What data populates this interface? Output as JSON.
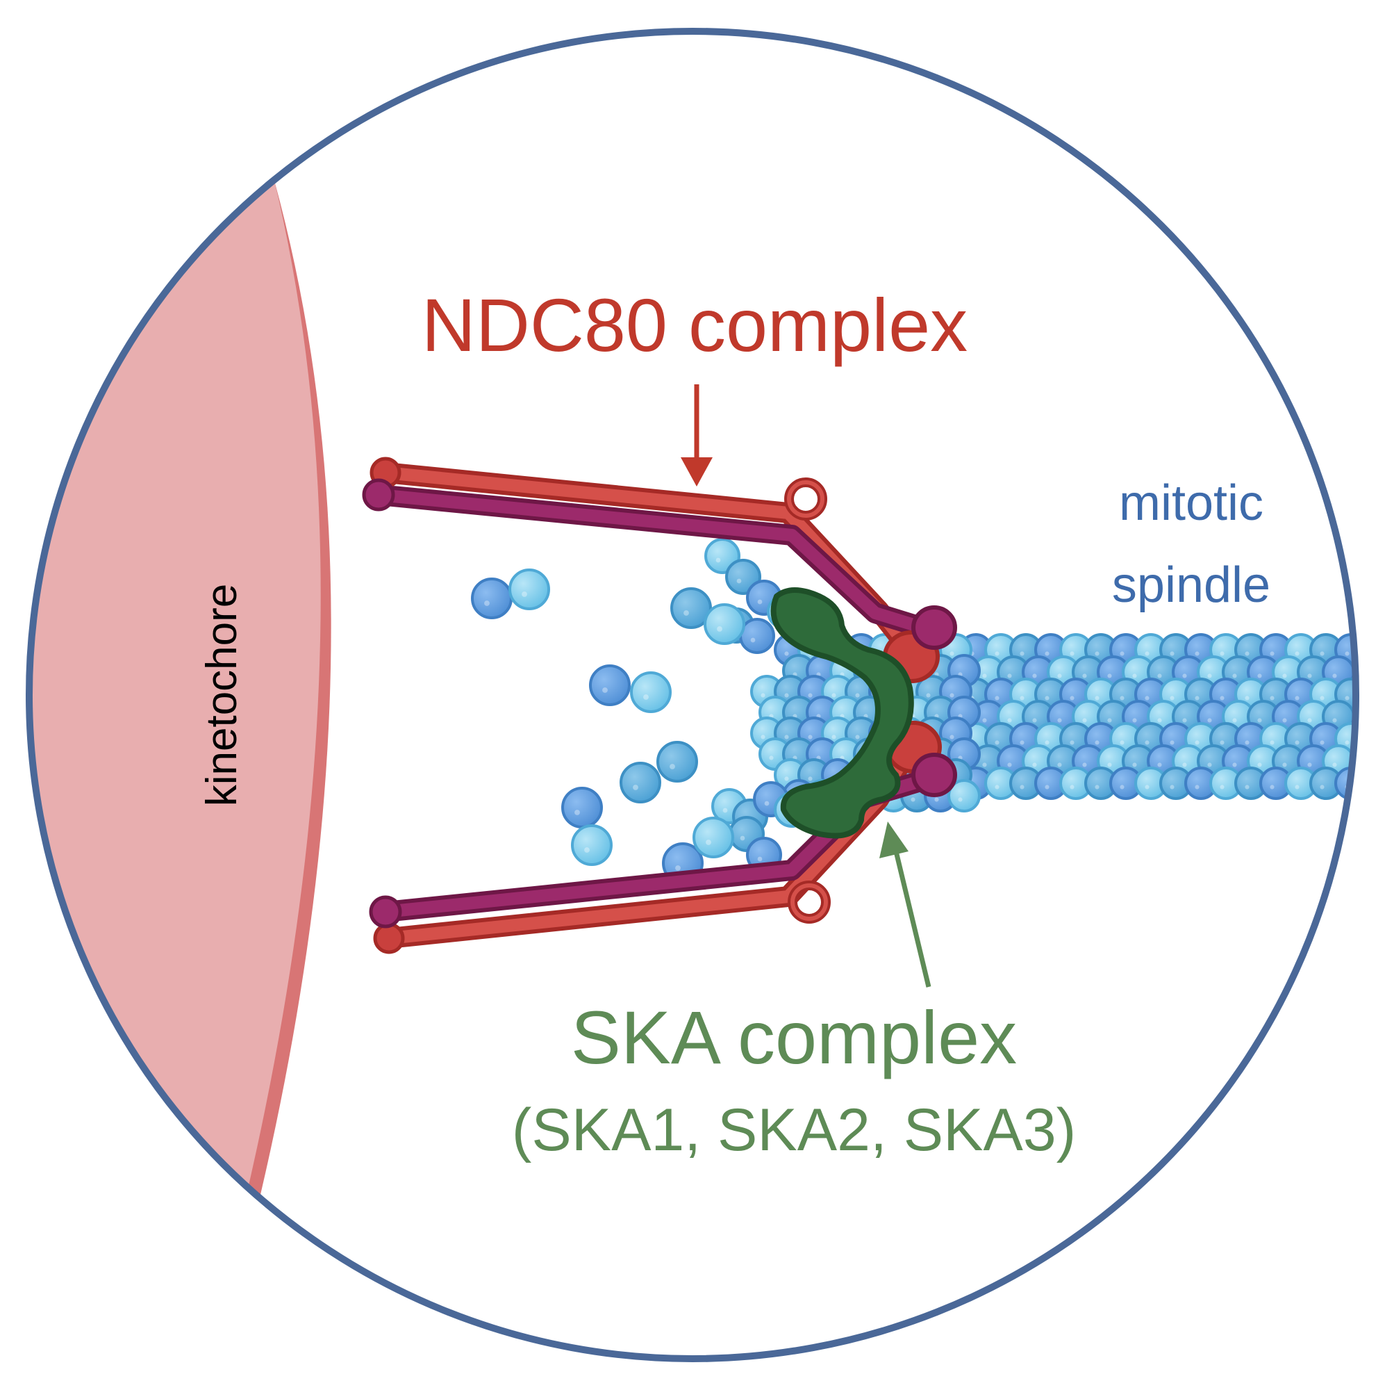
{
  "labels": {
    "kinetochore": "kinetochore",
    "ndc80": "NDC80 complex",
    "mitotic_line1": "mitotic",
    "mitotic_line2": "spindle",
    "ska": "SKA complex",
    "ska_sub": "(SKA1, SKA2, SKA3)"
  },
  "colors": {
    "frame": "#4a6898",
    "kinetochore_fill": "#e8aeaf",
    "kinetochore_edge": "#d87575",
    "ndc80_red": "#c9403d",
    "ndc80_purple": "#9c2a6b",
    "ndc80_text": "#c0392b",
    "mitotic_text": "#3e6bab",
    "ska_green": "#2e6b3a",
    "ska_text": "#5e8b56",
    "tubulin_dark": "#4a8bd0",
    "tubulin_light": "#7cc6e6",
    "kinetochore_text": "#000000"
  }
}
